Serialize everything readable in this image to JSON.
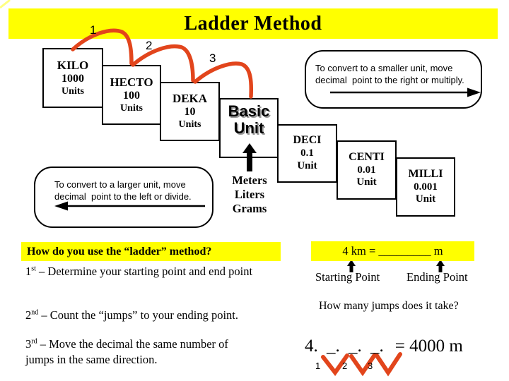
{
  "title": "Ladder Method",
  "colors": {
    "highlight_yellow": "#FFFF00",
    "jump_red": "#E2451C",
    "text_black": "#000000"
  },
  "ladder": {
    "jump_labels": [
      "1",
      "2",
      "3"
    ],
    "boxes": [
      {
        "name": "KILO",
        "value": "1000",
        "unit_label": "Units"
      },
      {
        "name": "HECTO",
        "value": "100",
        "unit_label": "Units"
      },
      {
        "name": "DEKA",
        "value": "10",
        "unit_label": "Units"
      },
      {
        "line1": "Basic",
        "line2": "Unit"
      },
      {
        "name": "DECI",
        "value": "0.1",
        "unit_label": "Unit"
      },
      {
        "name": "CENTI",
        "value": "0.01",
        "unit_label": "Unit"
      },
      {
        "name": "MILLI",
        "value": "0.001",
        "unit_label": "Unit"
      }
    ],
    "base_units": [
      "Meters",
      "Liters",
      "Grams"
    ]
  },
  "callouts": {
    "smaller": {
      "line1": "To convert to a smaller unit, move",
      "line2": "decimal  point to the right or multiply."
    },
    "larger": {
      "line1": "To convert to a larger unit, move",
      "line2": "decimal  point to the left or divide."
    }
  },
  "how_to": {
    "heading": "How do you use the “ladder” method?",
    "steps": [
      {
        "ord": "1",
        "sup": "st",
        "text": " – Determine your starting point and end point"
      },
      {
        "ord": "2",
        "sup": "nd",
        "text": " – Count the “jumps” to your ending point."
      },
      {
        "ord": "3",
        "sup": "rd",
        "text": " – Move the decimal the same number of jumps in the same direction."
      }
    ]
  },
  "example": {
    "problem": "4 km = _________ m",
    "starting_label": "Starting Point",
    "ending_label": "Ending Point",
    "question": "How many jumps does it take?",
    "equation_left": "4. _. _. _.",
    "equation_right": "= 4000 m",
    "jump_numbers": [
      "1",
      "2",
      "3"
    ]
  }
}
